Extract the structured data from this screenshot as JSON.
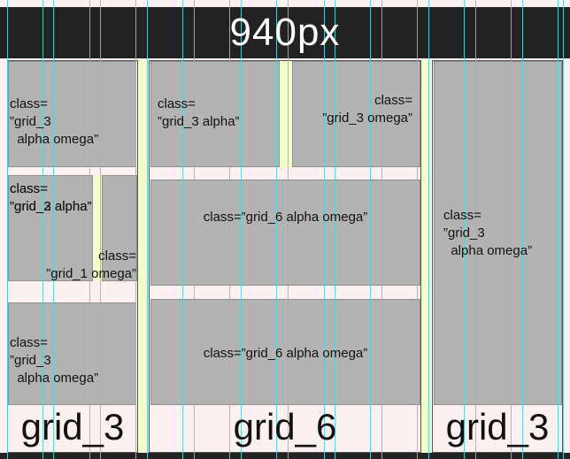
{
  "title": "940px",
  "colors": {
    "bar": "#222222",
    "box": "#b3b3b3",
    "background": "#fdf0f0",
    "guides": "#4dd6db",
    "gutter": "#f2ffcc"
  },
  "columns": [
    {
      "footer": "grid_3",
      "boxes": [
        {
          "label": "class=\n”grid_3\n  alpha omega”"
        },
        {
          "label": "class=\n”grid_2 alpha”"
        },
        {
          "label": "class=\n”grid_1 omega”"
        },
        {
          "label": "class=\n”grid_3\n  alpha omega”"
        }
      ]
    },
    {
      "footer": "grid_6",
      "boxes": [
        {
          "label": "class=\n”grid_3 alpha”"
        },
        {
          "label": "class=\n”grid_3 omega”"
        },
        {
          "label": "class=”grid_6 alpha omega”"
        },
        {
          "label": "class=”grid_6 alpha omega”"
        }
      ]
    },
    {
      "footer": "grid_3",
      "boxes": [
        {
          "label": "class=\n”grid_3\n  alpha omega”"
        }
      ]
    }
  ]
}
